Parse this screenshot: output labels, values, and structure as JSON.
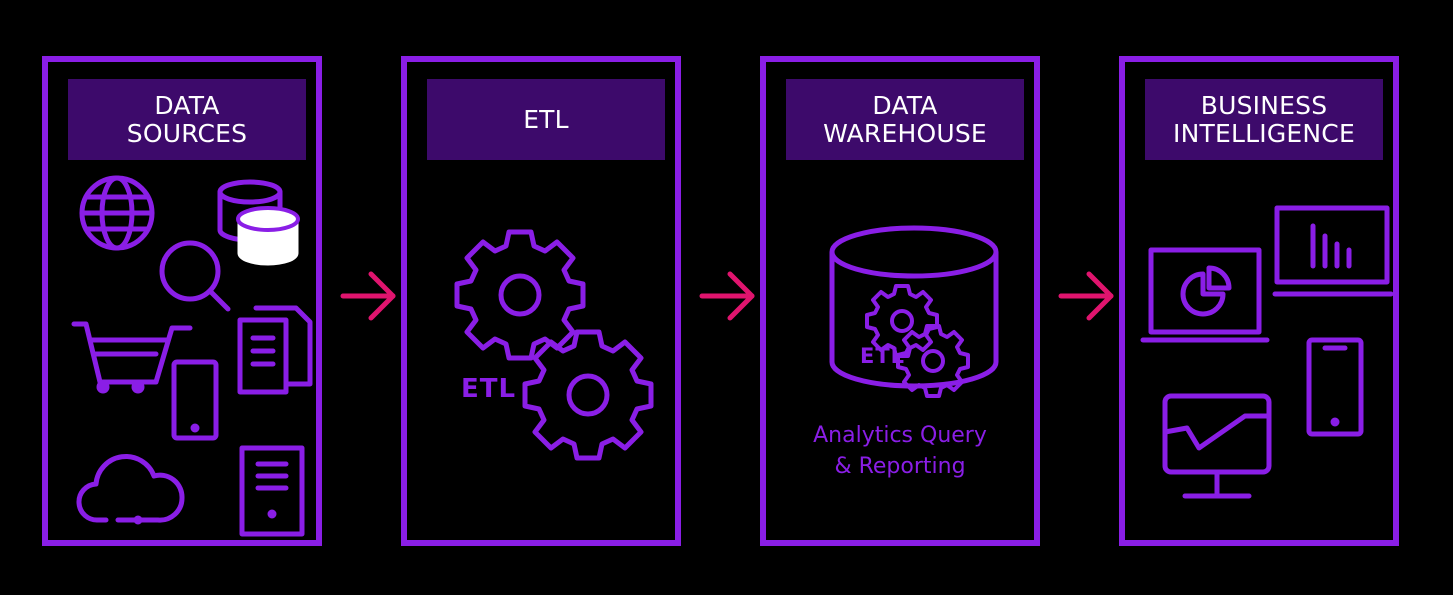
{
  "colors": {
    "accent": "#8a1ee6",
    "header_bg": "#3d0a6b",
    "arrow": "#e0146e",
    "background": "#000000"
  },
  "panels": [
    {
      "title": "DATA\nSOURCES",
      "icons": [
        "globe-icon",
        "database-icon",
        "search-icon",
        "cart-icon",
        "documents-icon",
        "mobile-icon",
        "cloud-icon",
        "server-icon"
      ]
    },
    {
      "title": "ETL",
      "label": "ETL",
      "icons": [
        "gear-icon",
        "gear-icon"
      ]
    },
    {
      "title": "DATA\nWAREHOUSE",
      "label": "ETL",
      "caption": "Analytics Query\n& Reporting",
      "icons": [
        "database-icon",
        "gear-icon"
      ]
    },
    {
      "title": "BUSINESS\nINTELLIGENCE",
      "icons": [
        "laptop-pie-chart-icon",
        "laptop-bar-chart-icon",
        "mobile-icon",
        "monitor-line-chart-icon"
      ]
    }
  ]
}
